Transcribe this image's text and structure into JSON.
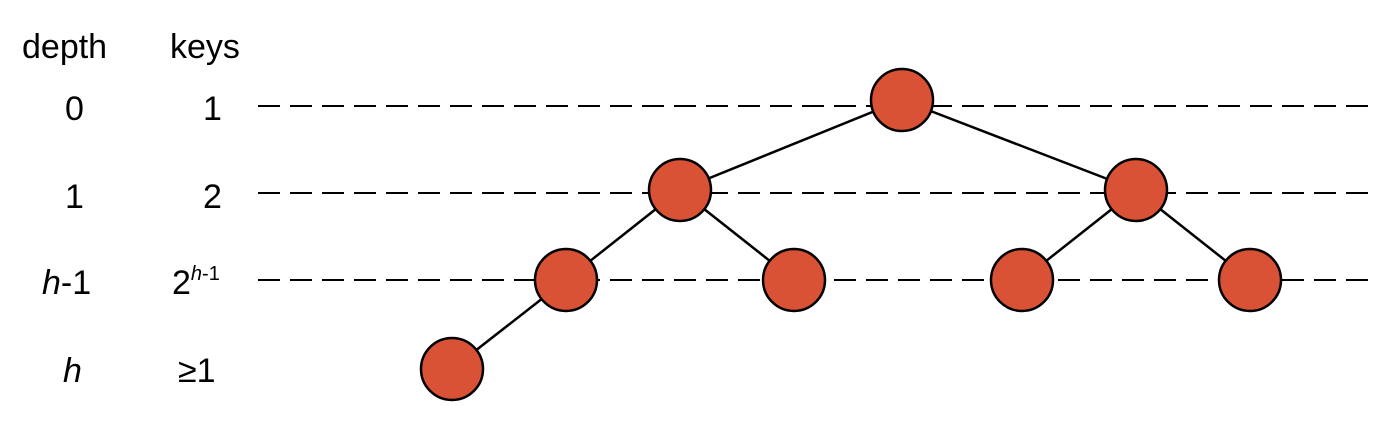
{
  "headers": {
    "depth": "depth",
    "keys": "keys"
  },
  "rows": [
    {
      "depth": "0",
      "keys": "1"
    },
    {
      "depth": "1",
      "keys": "2"
    },
    {
      "depth_var": "h",
      "depth_suffix": "-1",
      "keys_base": "2",
      "keys_exp_var": "h",
      "keys_exp_suffix": "-1"
    },
    {
      "depth_var": "h",
      "keys": "≥1"
    }
  ],
  "colors": {
    "node_fill": "#d95236",
    "node_stroke": "#000000",
    "edge": "#000000",
    "guide": "#000000"
  }
}
